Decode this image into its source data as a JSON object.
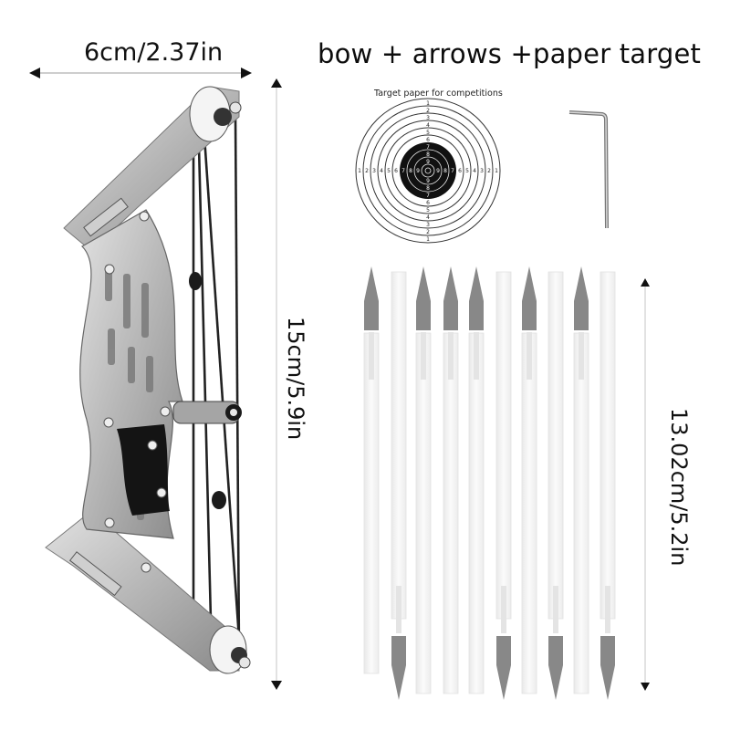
{
  "header": {
    "title": "bow + arrows +paper target"
  },
  "dimensions": {
    "bow_width": "6cm/2.37in",
    "bow_height": "15cm/5.9in",
    "arrow_length": "13.02cm/5.2in"
  },
  "target": {
    "caption": "Target paper for competitions",
    "ring_scores_outer_to_inner": [
      "1",
      "2",
      "3",
      "4",
      "5",
      "6",
      "7",
      "8",
      "9"
    ],
    "black_zone_rings": [
      "7",
      "8",
      "9"
    ],
    "colors": {
      "paper": "#ffffff",
      "black_zone": "#111111",
      "rings": "#333333"
    }
  },
  "items": {
    "bow": "compound-bow",
    "allen_key": "hex-wrench",
    "arrow_count": 10,
    "arrow_orientations": [
      "up",
      "down",
      "up",
      "up",
      "up",
      "down",
      "up",
      "down",
      "up",
      "down"
    ]
  },
  "colors": {
    "background": "#ffffff",
    "text": "#111111",
    "dimension_line": "#bdbdbd",
    "arrow_tip": "#888888",
    "arrow_shaft": "#f1f1f1",
    "bow_metal": "#b9b9b9",
    "bow_string": "#222222"
  }
}
